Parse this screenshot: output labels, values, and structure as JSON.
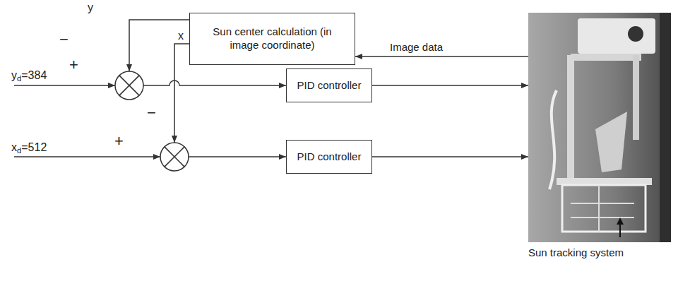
{
  "diagram": {
    "nodes": [
      {
        "text": [
          "Sun center calculation (in image coordinate)"
        ]
      },
      {
        "text": [
          "PID controller"
        ]
      },
      {
        "text": [
          "PID controller"
        ]
      },
      {
        "text": [
          "Sun tracking system"
        ]
      }
    ],
    "edges": [
      {
        "from": 1,
        "to": 3,
        "arrow": "to"
      },
      {
        "from": 2,
        "to": 3,
        "arrow": "to"
      },
      {
        "from": 3,
        "to": 0,
        "label": "Image data",
        "arrow": "to"
      }
    ],
    "labels": [
      "y",
      "x",
      "−",
      "yd=384",
      "+",
      "−",
      "xd=512",
      "+"
    ]
  }
}
